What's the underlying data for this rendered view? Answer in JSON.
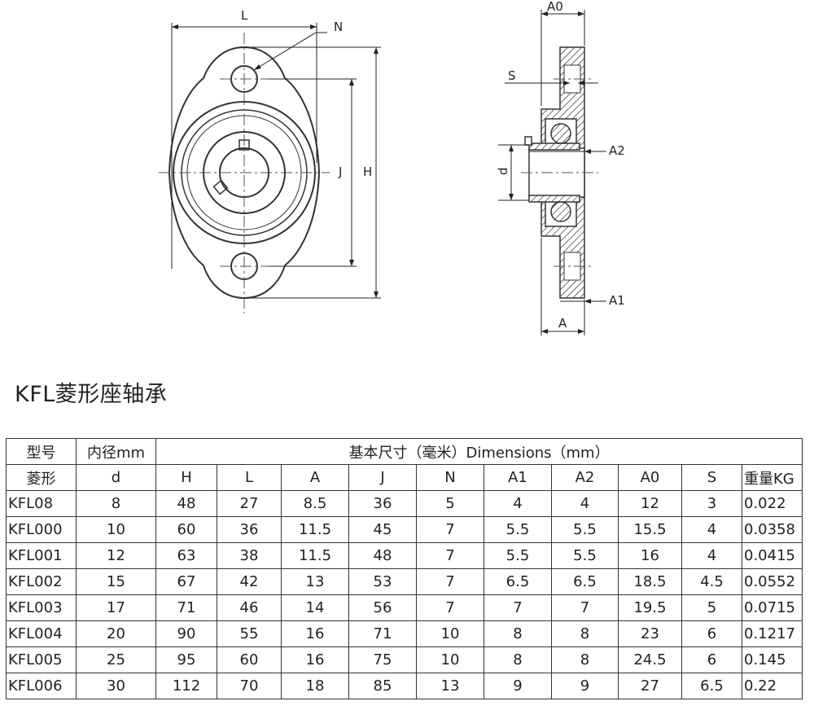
{
  "diagram": {
    "labels": {
      "L": "L",
      "N": "N",
      "J": "J",
      "H": "H",
      "A0": "A0",
      "S": "S",
      "A2": "A2",
      "d": "d",
      "A1": "A1",
      "A": "A"
    }
  },
  "title": "KFL菱形座轴承",
  "table": {
    "header1": {
      "model": "型号",
      "bore": "内径mm",
      "dims": "基本尺寸（毫米）Dimensions（mm）"
    },
    "header2": [
      "菱形",
      "d",
      "H",
      "L",
      "A",
      "J",
      "N",
      "A1",
      "A2",
      "A0",
      "S",
      "重量KG"
    ],
    "rows": [
      [
        "KFL08",
        "8",
        "48",
        "27",
        "8.5",
        "36",
        "5",
        "4",
        "4",
        "12",
        "3",
        "0.022"
      ],
      [
        "KFL000",
        "10",
        "60",
        "36",
        "11.5",
        "45",
        "7",
        "5.5",
        "5.5",
        "15.5",
        "4",
        "0.0358"
      ],
      [
        "KFL001",
        "12",
        "63",
        "38",
        "11.5",
        "48",
        "7",
        "5.5",
        "5.5",
        "16",
        "4",
        "0.0415"
      ],
      [
        "KFL002",
        "15",
        "67",
        "42",
        "13",
        "53",
        "7",
        "6.5",
        "6.5",
        "18.5",
        "4.5",
        "0.0552"
      ],
      [
        "KFL003",
        "17",
        "71",
        "46",
        "14",
        "56",
        "7",
        "7",
        "7",
        "19.5",
        "5",
        "0.0715"
      ],
      [
        "KFL004",
        "20",
        "90",
        "55",
        "16",
        "71",
        "10",
        "8",
        "8",
        "23",
        "6",
        "0.1217"
      ],
      [
        "KFL005",
        "25",
        "95",
        "60",
        "16",
        "75",
        "10",
        "8",
        "8",
        "24.5",
        "6",
        "0.145"
      ],
      [
        "KFL006",
        "30",
        "112",
        "70",
        "18",
        "85",
        "13",
        "9",
        "9",
        "27",
        "6.5",
        "0.22"
      ]
    ]
  }
}
